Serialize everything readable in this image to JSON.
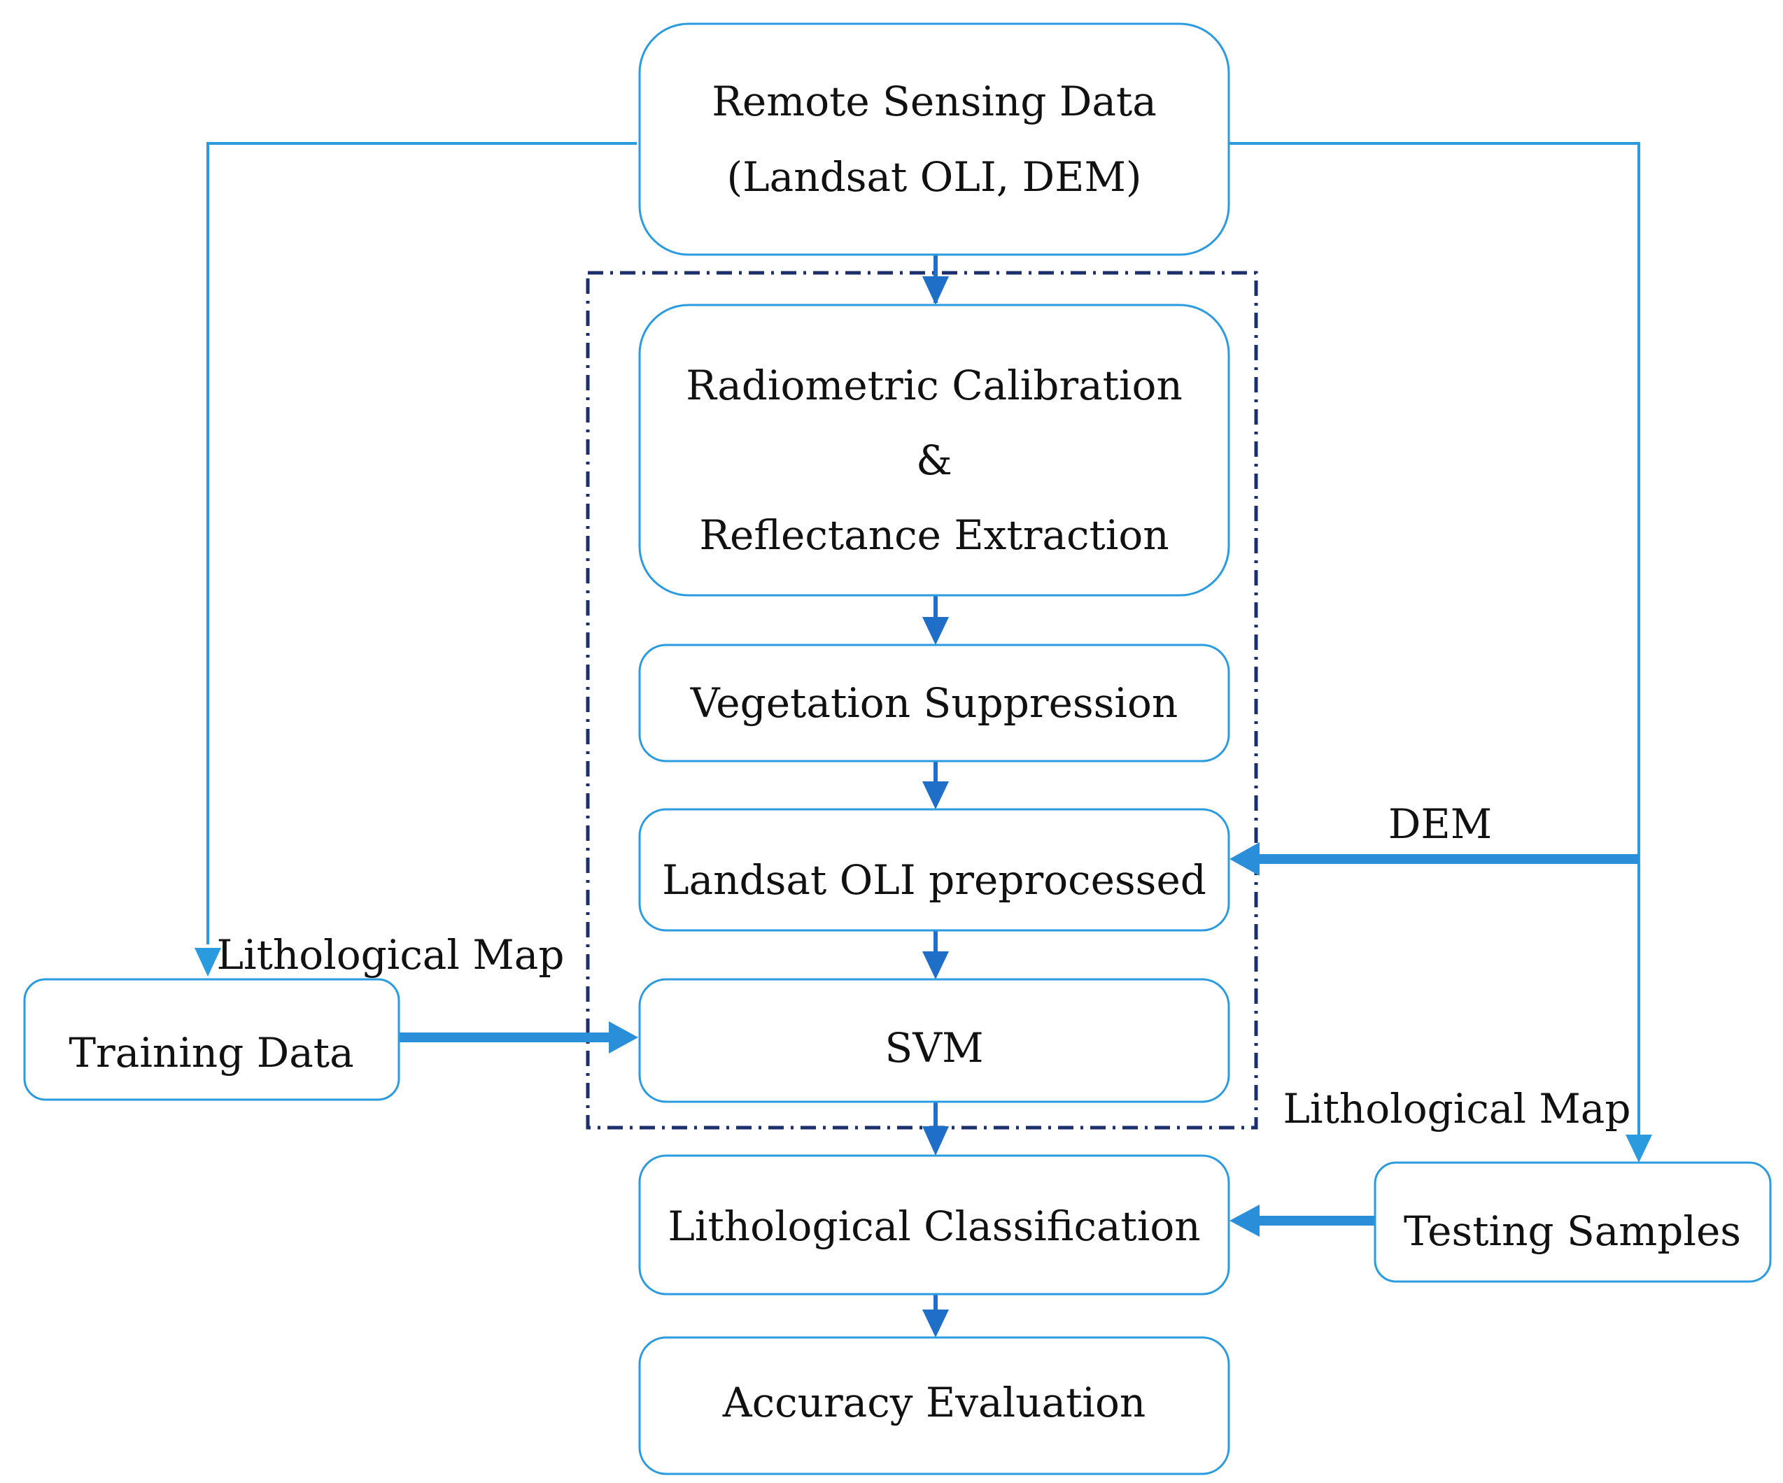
{
  "colors": {
    "box_border": "#2b9be0",
    "thin_connector": "#2b9be0",
    "thick_connector": "#2a8fd8",
    "flow_arrow": "#1f6fc9",
    "dashed_frame": "#1b2f6b",
    "text": "#111111"
  },
  "nodes": {
    "remote_sensing": {
      "line1": "Remote Sensing Data",
      "line2": "(Landsat OLI, DEM)"
    },
    "radiometric": {
      "line1": "Radiometric Calibration",
      "line2": "&",
      "line3": "Reflectance Extraction"
    },
    "vegetation": {
      "label": "Vegetation Suppression"
    },
    "preprocessed": {
      "label": "Landsat OLI preprocessed"
    },
    "svm": {
      "label": "SVM"
    },
    "classification": {
      "label": "Lithological Classification"
    },
    "accuracy": {
      "label": "Accuracy Evaluation"
    },
    "training": {
      "label": "Training Data"
    },
    "testing": {
      "label": "Testing Samples"
    }
  },
  "edge_labels": {
    "dem": "DEM",
    "lithological_map_left": "Lithological Map",
    "lithological_map_right": "Lithological Map"
  }
}
